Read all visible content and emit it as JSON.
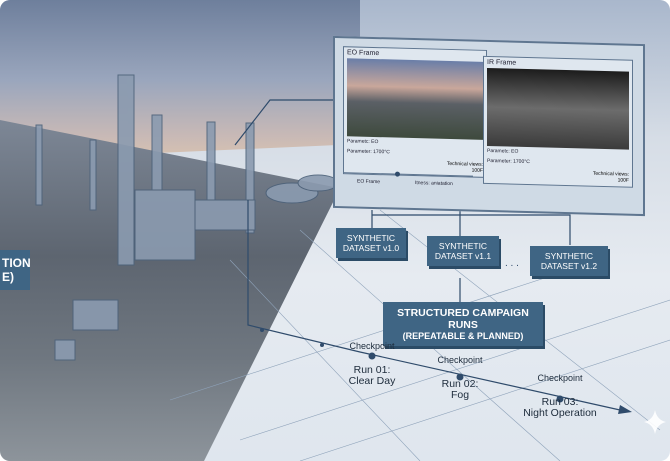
{
  "left_label": {
    "line1": "TION",
    "line2": "E)"
  },
  "monitor": {
    "eo": {
      "title": "EO Frame",
      "param1": "Parametc: EO",
      "param2": "Parameter: 1700°C",
      "tech": "Technical views:",
      "tech_val": "100F"
    },
    "ir": {
      "title": "IR Frame",
      "param1": "Parametc: EO",
      "param2": "Parameter: 1700°C",
      "tech": "Technical views:",
      "tech_val": "100F"
    },
    "slider_left": "EO Frame",
    "slider_right": "Itness: aniatation"
  },
  "datasets": [
    "SYNTHETIC DATASET v1.0",
    "SYNTHETIC DATASET v1.1",
    "SYNTHETIC DATASET v1.2"
  ],
  "ellipsis": ". . .",
  "campaign": {
    "line1": "STRUCTURED CAMPAIGN RUNS",
    "line2": "(REPEATABLE & PLANNED)"
  },
  "checkpoints": [
    {
      "label": "Checkpoint",
      "run": "Run 01:",
      "name": "Clear Day"
    },
    {
      "label": "Checkpoint",
      "run": "Run 02:",
      "name": "Fog"
    },
    {
      "label": "Checkpoint",
      "run": "Run 03:",
      "name": "Night Operation"
    }
  ]
}
